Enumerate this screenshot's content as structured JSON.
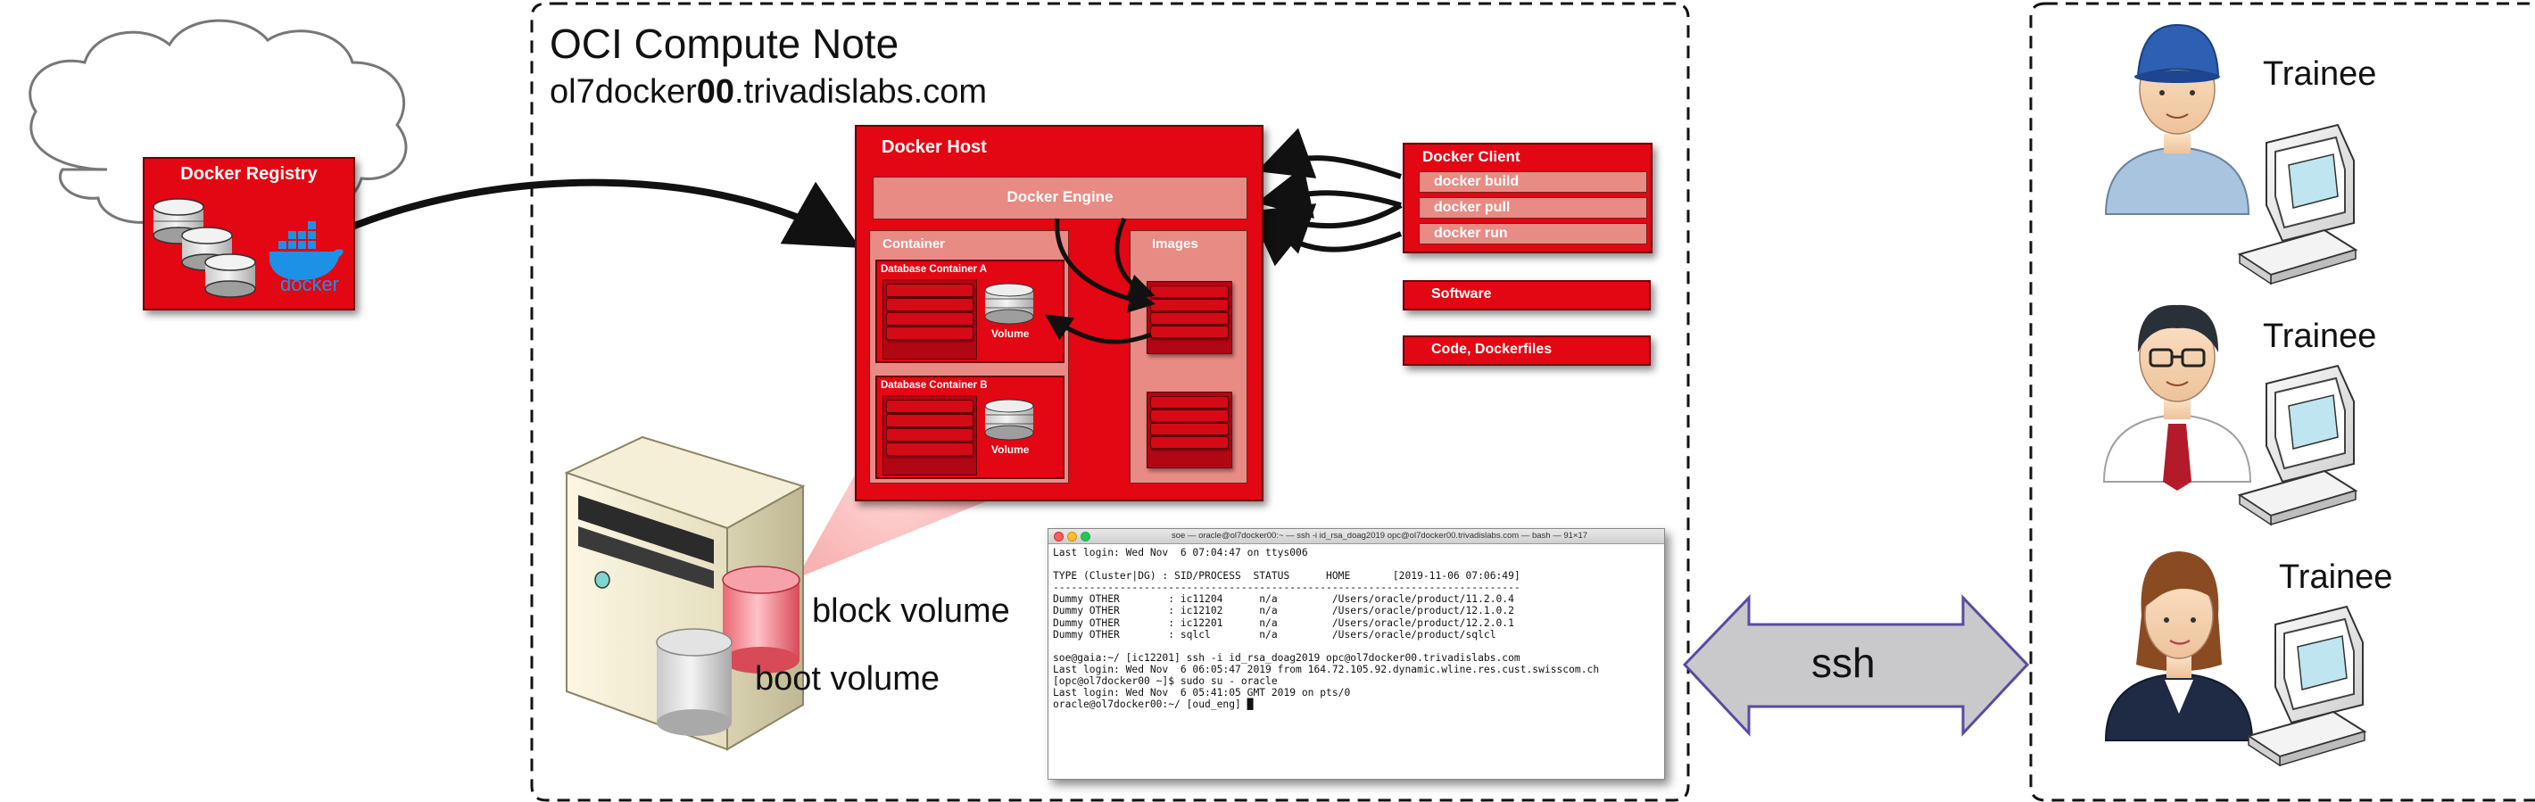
{
  "compute_node": {
    "title": "OCI Compute Note",
    "hostname_prefix": "ol7docker",
    "hostname_bold": "00",
    "hostname_suffix": ".trivadislabs.com"
  },
  "registry": {
    "label": "Docker Registry",
    "docker_logo_text": "docker"
  },
  "docker_host": {
    "label": "Docker Host",
    "engine_label": "Docker Engine",
    "container_label": "Container",
    "images_label": "Images",
    "container_a_label": "Database Container A",
    "container_b_label": "Database Container B",
    "volume_label": "Volume"
  },
  "docker_client": {
    "label": "Docker Client",
    "commands": [
      "docker build",
      "docker pull",
      "docker run"
    ]
  },
  "extra_boxes": [
    "Software",
    "Code, Dockerfiles"
  ],
  "storage": {
    "block_volume_label": "block volume",
    "boot_volume_label": "boot volume"
  },
  "terminal": {
    "title": "soe — oracle@ol7docker00:~ — ssh -i id_rsa_doag2019 opc@ol7docker00.trivadislabs.com — bash — 91×17",
    "lines": [
      "Last login: Wed Nov  6 07:04:47 on ttys006",
      "",
      "TYPE (Cluster|DG) : SID/PROCESS  STATUS      HOME       [2019-11-06 07:06:49]",
      "-----------------------------------------------------------------------------",
      "Dummy OTHER        : ic11204      n/a         /Users/oracle/product/11.2.0.4",
      "Dummy OTHER        : ic12102      n/a         /Users/oracle/product/12.1.0.2",
      "Dummy OTHER        : ic12201      n/a         /Users/oracle/product/12.2.0.1",
      "Dummy OTHER        : sqlcl        n/a         /Users/oracle/product/sqlcl",
      "",
      "soe@gaia:~/ [ic12201] ssh -i id_rsa_doag2019 opc@ol7docker00.trivadislabs.com",
      "Last login: Wed Nov  6 06:05:47 2019 from 164.72.105.92.dynamic.wline.res.cust.swisscom.ch",
      "[opc@ol7docker00 ~]$ sudo su - oracle",
      "Last login: Wed Nov  6 05:41:05 GMT 2019 on pts/0",
      "oracle@ol7docker00:~/ [oud_eng] █"
    ]
  },
  "ssh_label": "ssh",
  "trainees": [
    "Trainee",
    "Trainee",
    "Trainee"
  ],
  "colors": {
    "docker_red": "#e30613",
    "pink": "#e88b85",
    "arrow_fill": "#c9c9cb",
    "arrow_stroke": "#5a4aa0",
    "docker_blue": "#1d91e6"
  }
}
